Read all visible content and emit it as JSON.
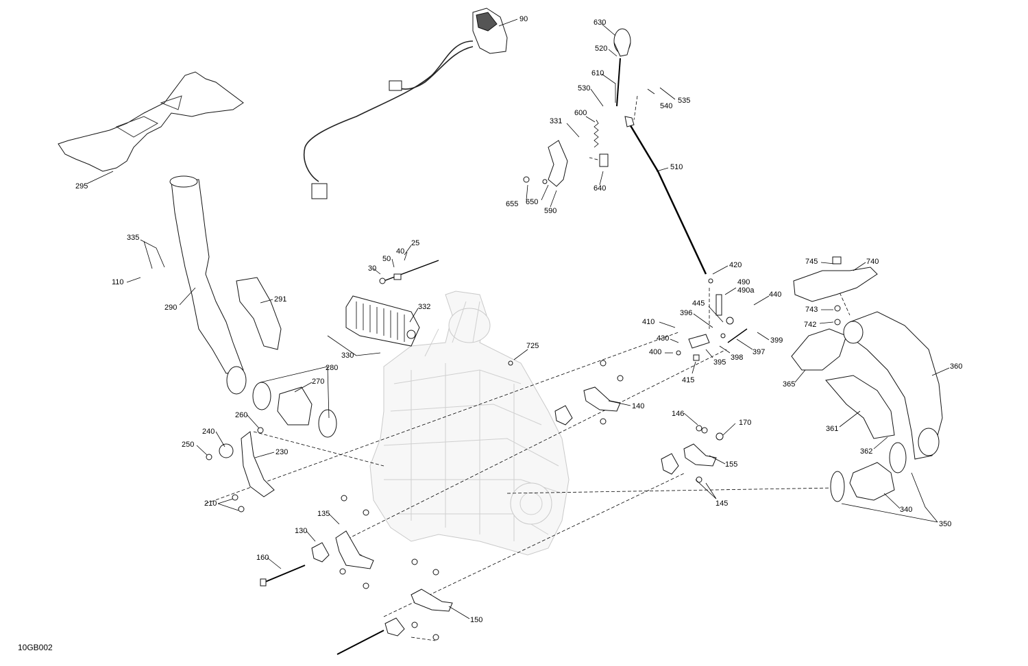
{
  "document_id": "10GB002",
  "callouts": [
    "90",
    "630",
    "520",
    "610",
    "530",
    "540",
    "535",
    "331",
    "600",
    "640",
    "655",
    "650",
    "590",
    "510",
    "295",
    "335",
    "110",
    "290",
    "291",
    "25",
    "40",
    "50",
    "30",
    "332",
    "330",
    "725",
    "420",
    "490",
    "490a",
    "440",
    "445",
    "396",
    "410",
    "430",
    "400",
    "415",
    "395",
    "398",
    "397",
    "399",
    "745",
    "740",
    "743",
    "742",
    "365",
    "360",
    "361",
    "362",
    "340",
    "350",
    "280",
    "270",
    "260",
    "240",
    "250",
    "230",
    "210",
    "140",
    "146",
    "170",
    "155",
    "145",
    "135",
    "130",
    "160",
    "150"
  ]
}
